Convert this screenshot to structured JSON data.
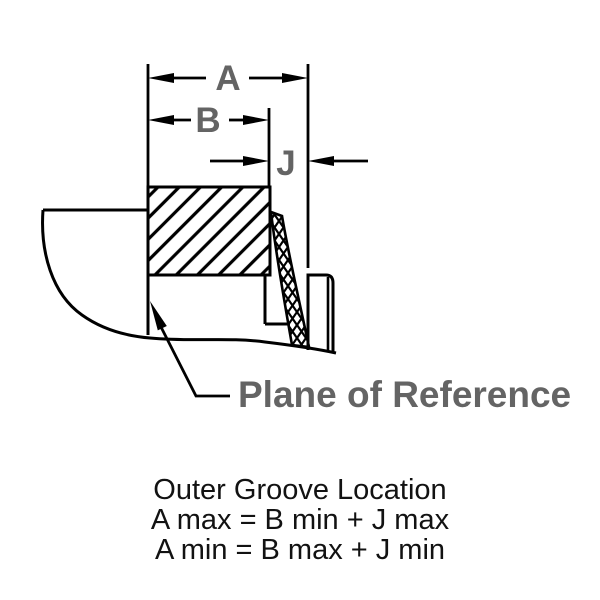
{
  "diagram": {
    "dim_labels": {
      "a": "A",
      "b": "B",
      "j": "J"
    },
    "callout_label": "Plane of Reference",
    "caption": {
      "line1": "Outer Groove Location",
      "line2": "A max = B min + J max",
      "line3": "A min = B max + J min"
    },
    "colors": {
      "line": "#000000",
      "label_gray": "#646464",
      "caption_text": "#121212",
      "background": "#ffffff"
    }
  }
}
